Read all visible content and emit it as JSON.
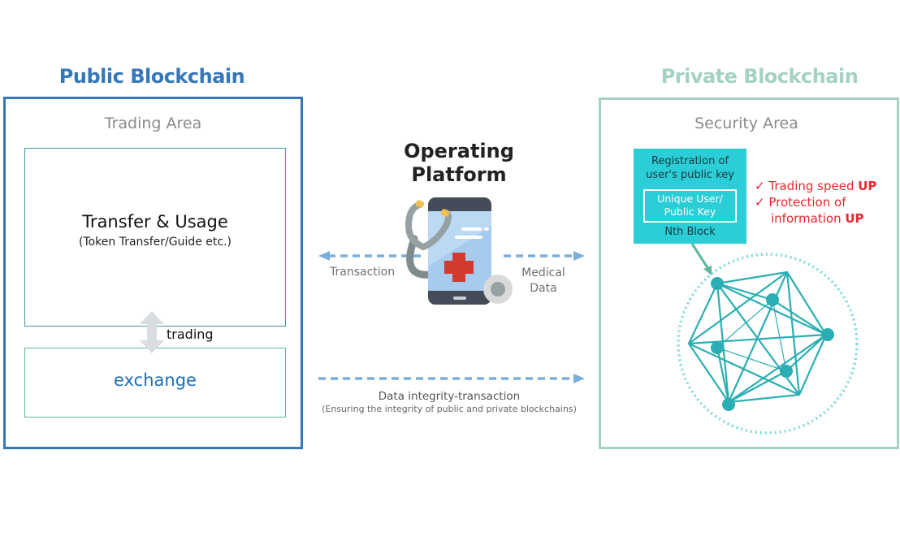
{
  "public": {
    "heading": "Public Blockchain",
    "area_title": "Trading Area",
    "transfer_title": "Transfer & Usage",
    "transfer_subtitle": "(Token Transfer/Guide etc.)",
    "trading_label": "trading",
    "exchange_label": "exchange",
    "color": "#3677b8"
  },
  "platform": {
    "title_line1": "Operating",
    "title_line2": "Platform",
    "icon": "smartphone-stethoscope-medical-icon",
    "left_arrow_label": "Transaction",
    "right_arrow_label_line1": "Medical",
    "right_arrow_label_line2": "Data",
    "integrity_title": "Data integrity-transaction",
    "integrity_subtitle": "(Ensuring the integrity of public and private blockchains)",
    "arrow_color": "#7aaedc"
  },
  "private": {
    "heading": "Private Blockchain",
    "area_title": "Security Area",
    "registration_line1": "Registration of",
    "registration_line2": "user's public key",
    "unique_key_line1": "Unique User/",
    "unique_key_line2": "Public Key",
    "nth_block": "Nth Block",
    "benefits": [
      {
        "check": "✓",
        "text": "Trading speed ",
        "emphasis": "UP"
      },
      {
        "check": "✓",
        "text": "Protection of",
        "emphasis": ""
      },
      {
        "check": "",
        "text": "information ",
        "emphasis": "UP"
      }
    ],
    "color": "#a3d2c3",
    "network_color": "#2aaeb3"
  }
}
